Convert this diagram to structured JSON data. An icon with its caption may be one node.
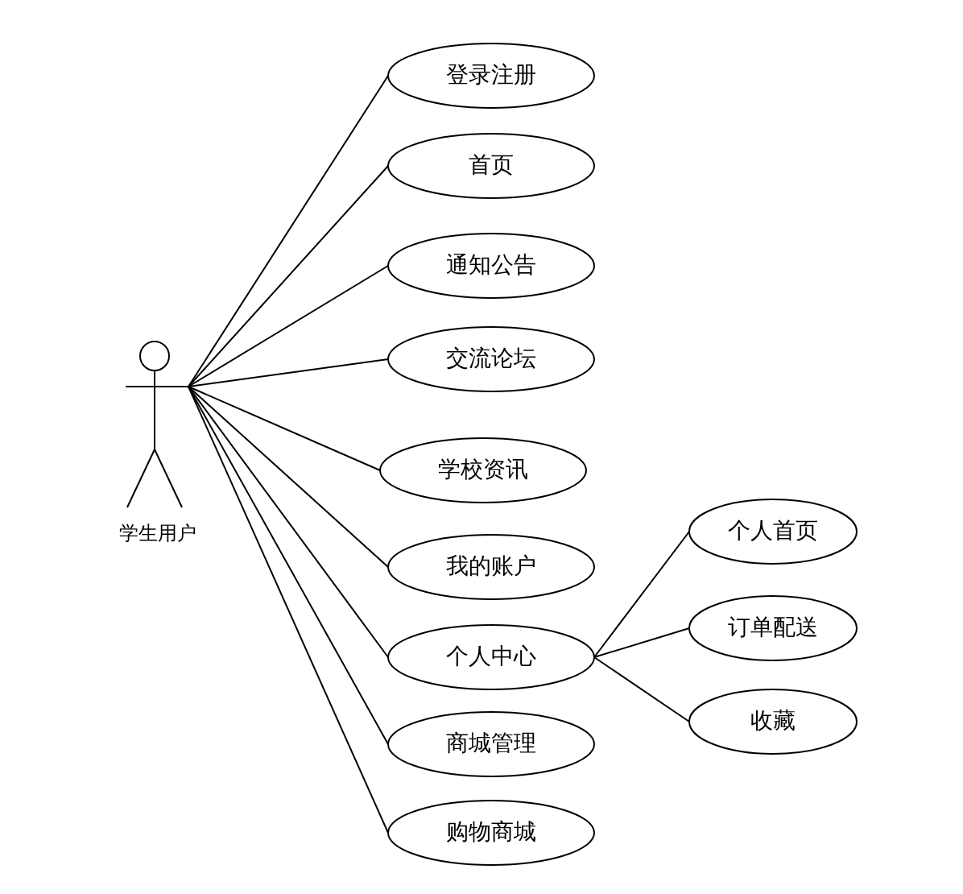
{
  "diagram": {
    "nodes": [
      {
        "text": [],
        "shape": "person",
        "beside": [
          "学生用户"
        ]
      },
      {
        "text": [
          "登录注册"
        ]
      },
      {
        "text": [
          "首页"
        ]
      },
      {
        "text": [
          "通知公告"
        ]
      },
      {
        "text": [
          "交流论坛"
        ]
      },
      {
        "text": [
          "学校资讯"
        ]
      },
      {
        "text": [
          "我的账户"
        ]
      },
      {
        "text": [
          "个人中心"
        ]
      },
      {
        "text": [
          "商城管理"
        ]
      },
      {
        "text": [
          "购物商城"
        ]
      },
      {
        "text": [
          "个人首页"
        ]
      },
      {
        "text": [
          "订单配送"
        ]
      },
      {
        "text": [
          "收藏"
        ]
      }
    ],
    "edges": [
      {
        "from": 0,
        "to": 1,
        "arrow": "none"
      },
      {
        "from": 0,
        "to": 2,
        "arrow": "none"
      },
      {
        "from": 0,
        "to": 3,
        "arrow": "none"
      },
      {
        "from": 0,
        "to": 4,
        "arrow": "none"
      },
      {
        "from": 0,
        "to": 5,
        "arrow": "none"
      },
      {
        "from": 0,
        "to": 6,
        "arrow": "none"
      },
      {
        "from": 0,
        "to": 7,
        "arrow": "none"
      },
      {
        "from": 0,
        "to": 8,
        "arrow": "none"
      },
      {
        "from": 0,
        "to": 9,
        "arrow": "none"
      },
      {
        "from": 7,
        "to": 10,
        "arrow": "none"
      },
      {
        "from": 7,
        "to": 11,
        "arrow": "none"
      },
      {
        "from": 7,
        "to": 12,
        "arrow": "none"
      }
    ]
  }
}
